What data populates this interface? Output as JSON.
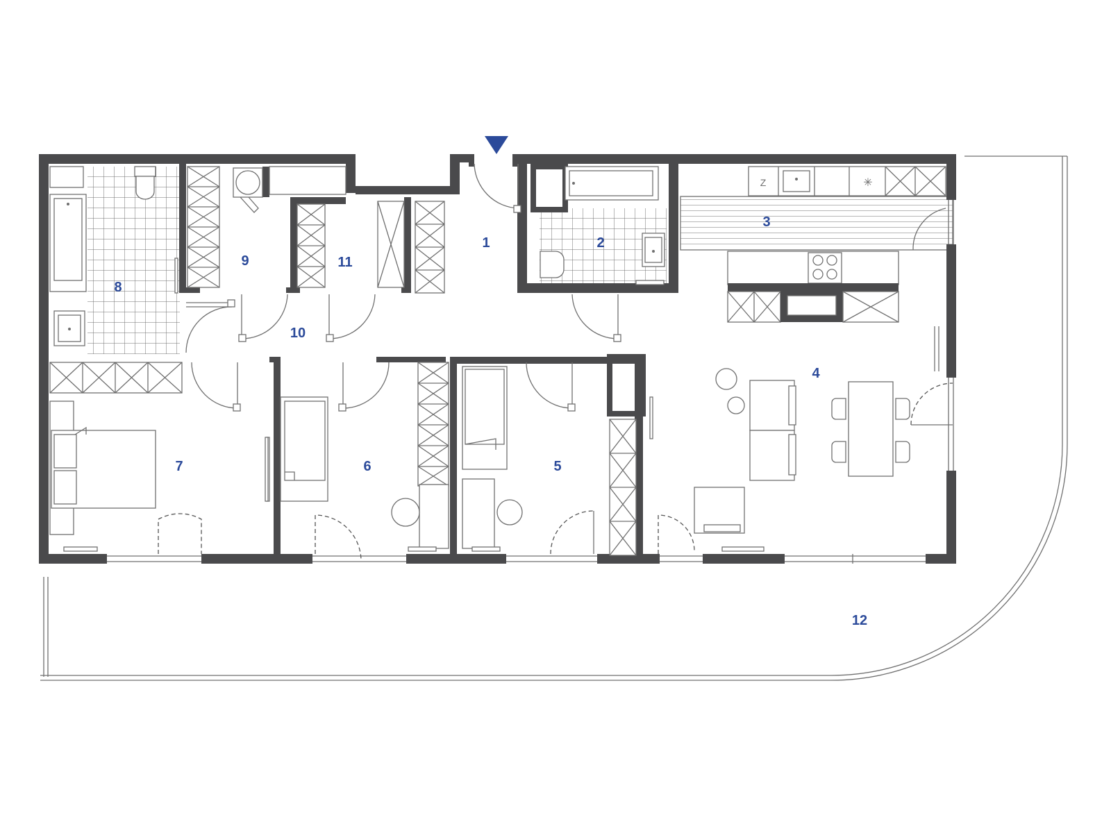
{
  "colors": {
    "wall": "#4a4a4c",
    "label": "#2b4a9a",
    "line": "#6f6f6f",
    "background": "#ffffff"
  },
  "entrance_marker": {
    "icon": "triangle-down-icon"
  },
  "rooms": [
    {
      "id": "1",
      "label": "1"
    },
    {
      "id": "2",
      "label": "2"
    },
    {
      "id": "3",
      "label": "3"
    },
    {
      "id": "4",
      "label": "4"
    },
    {
      "id": "5",
      "label": "5"
    },
    {
      "id": "6",
      "label": "6"
    },
    {
      "id": "7",
      "label": "7"
    },
    {
      "id": "8",
      "label": "8"
    },
    {
      "id": "9",
      "label": "9"
    },
    {
      "id": "10",
      "label": "10"
    },
    {
      "id": "11",
      "label": "11"
    },
    {
      "id": "12",
      "label": "12"
    }
  ],
  "hob_symbols": {
    "fridge": "Z",
    "freezer": "✳"
  }
}
